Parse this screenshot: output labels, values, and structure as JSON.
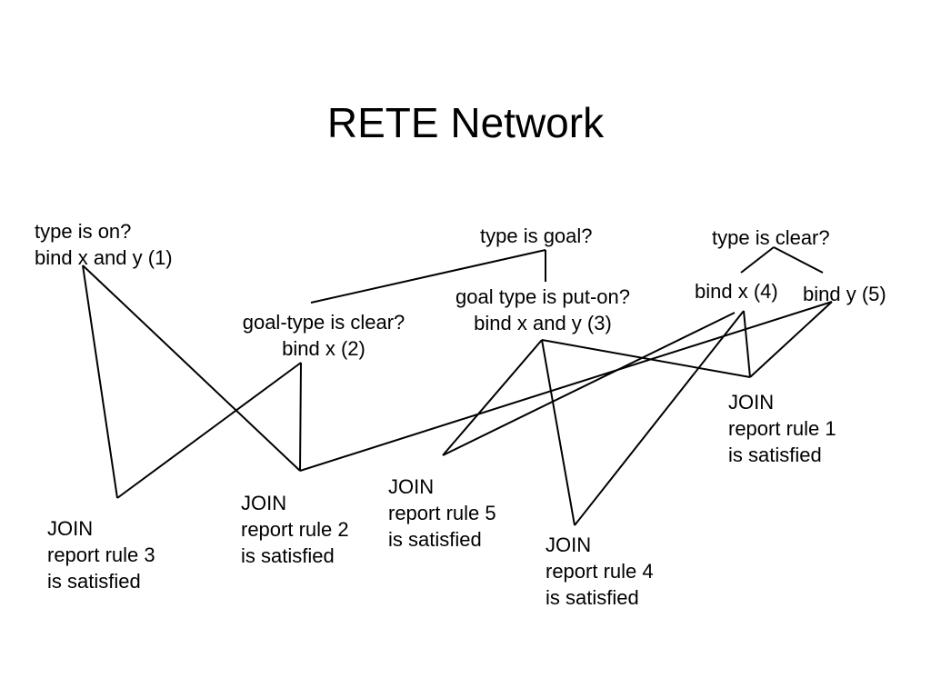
{
  "slide": {
    "title": "RETE Network"
  },
  "nodes": {
    "type_on": {
      "line1": "type is on?",
      "line2": "bind x and y (1)"
    },
    "type_goal": {
      "line1": "type is goal?"
    },
    "type_clear": {
      "line1": "type is clear?"
    },
    "goal_clear": {
      "line1": "goal-type is clear?",
      "line2": "bind x (2)"
    },
    "goal_puton": {
      "line1": "goal type is put-on?",
      "line2": "bind x and y (3)"
    },
    "bind_x4": {
      "line1": "bind x (4)"
    },
    "bind_y5": {
      "line1": "bind y (5)"
    },
    "join1": {
      "line1": "JOIN",
      "line2": "report rule 1",
      "line3": "is satisfied"
    },
    "join2": {
      "line1": "JOIN",
      "line2": "report rule 2",
      "line3": "is satisfied"
    },
    "join3": {
      "line1": "JOIN",
      "line2": "report rule 3",
      "line3": "is satisfied"
    },
    "join4": {
      "line1": "JOIN",
      "line2": "report rule 4",
      "line3": "is satisfied"
    },
    "join5": {
      "line1": "JOIN",
      "line2": "report rule 5",
      "line3": "is satisfied"
    }
  }
}
